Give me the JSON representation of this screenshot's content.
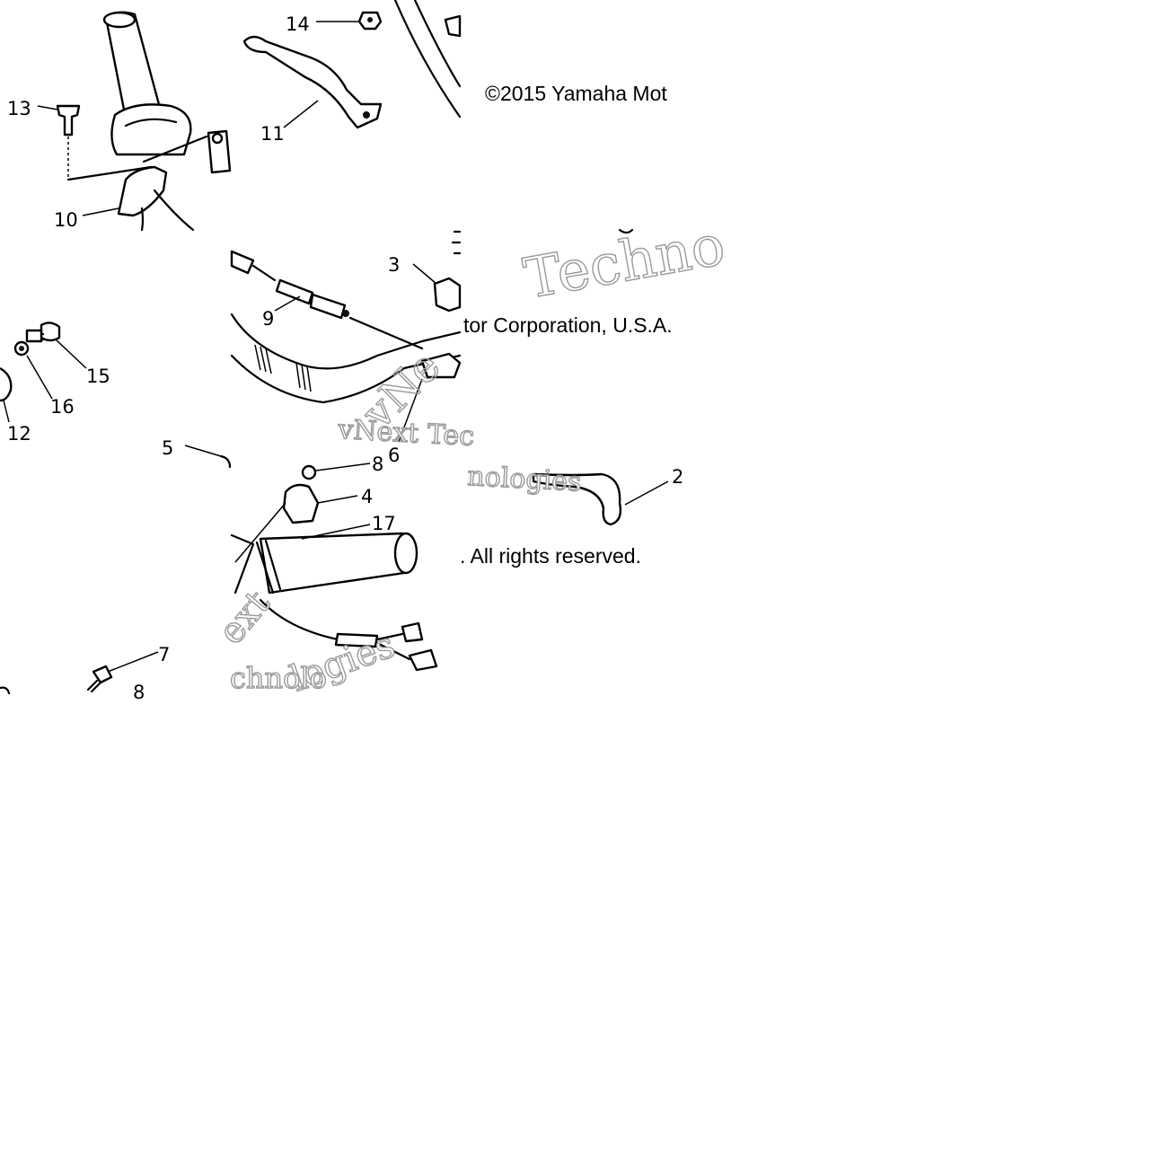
{
  "diagram": {
    "callouts": [
      {
        "id": "13",
        "label": "13"
      },
      {
        "id": "14",
        "label": "14"
      },
      {
        "id": "11",
        "label": "11"
      },
      {
        "id": "10",
        "label": "10"
      },
      {
        "id": "3",
        "label": "3"
      },
      {
        "id": "9",
        "label": "9"
      },
      {
        "id": "15",
        "label": "15"
      },
      {
        "id": "16",
        "label": "16"
      },
      {
        "id": "12",
        "label": "12"
      },
      {
        "id": "5",
        "label": "5"
      },
      {
        "id": "6",
        "label": "6"
      },
      {
        "id": "8",
        "label": "8"
      },
      {
        "id": "4",
        "label": "4"
      },
      {
        "id": "17",
        "label": "17"
      },
      {
        "id": "2",
        "label": "2"
      },
      {
        "id": "7",
        "label": "7"
      },
      {
        "id": "8b",
        "label": "8"
      }
    ],
    "copyright": {
      "line1": "©2015 Yamaha Mot",
      "line2": "tor Corporation, U.S.A.",
      "line3": ". All rights reserved."
    },
    "watermarks": {
      "tech_top": "Techno",
      "vnext_mid": "vNext Tec",
      "vn_diag": "vNe",
      "nologies": "nologies",
      "ext": "ext",
      "logies": "logies",
      "chnolo": "chnolo"
    },
    "colors": {
      "ink": "#000000",
      "watermark": "#9a9a9a",
      "paper": "#ffffff"
    }
  }
}
